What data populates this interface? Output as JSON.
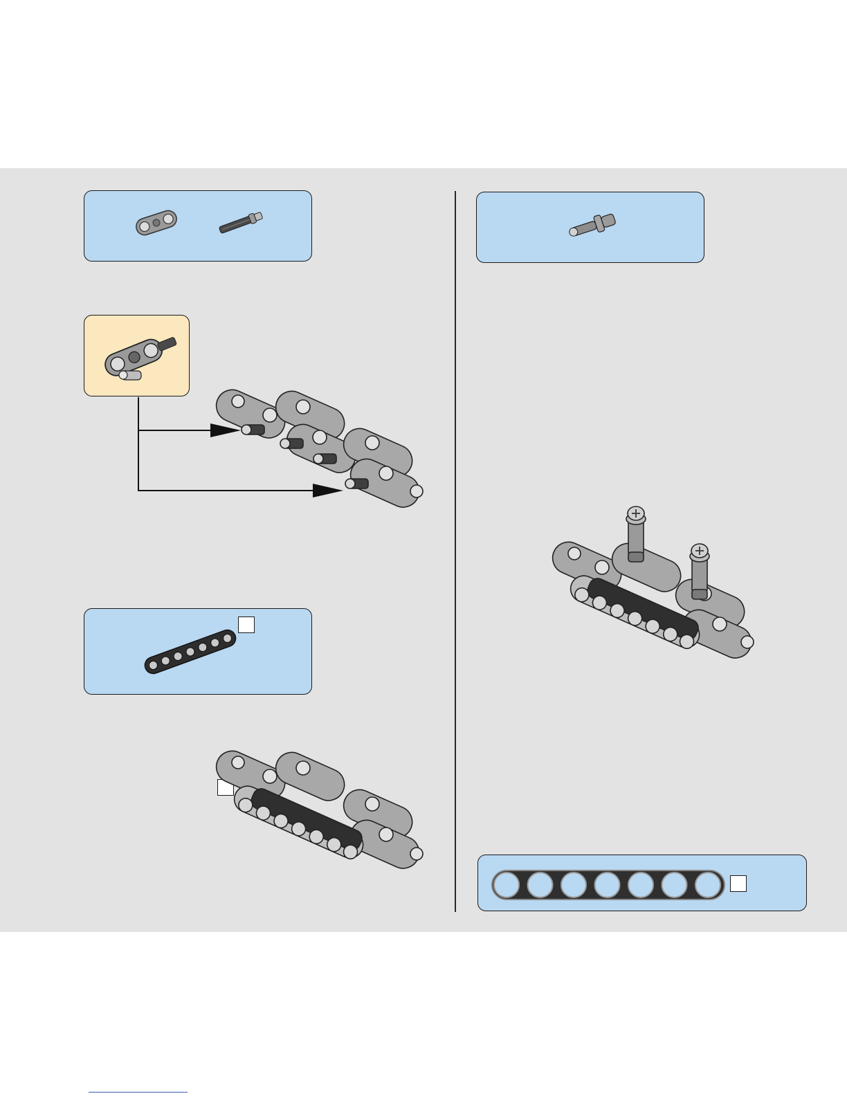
{
  "page": {
    "background": "#ffffff",
    "band_color": "#e3e3e3",
    "callout_color": "#b9d8f2",
    "subassembly_color": "#fbe8be"
  },
  "icons": {
    "connector": "double-pin-connector-icon",
    "axle_pin": "axle-pin-icon",
    "pin_with_stop": "pin-with-stop-bush-icon",
    "beam7": "beam-7-icon"
  },
  "steps": [
    {
      "id": "step-left-top",
      "parts": [
        "connector",
        "axle_pin"
      ]
    },
    {
      "id": "step-left-bottom",
      "parts": [
        "beam7"
      ],
      "count_label": ""
    },
    {
      "id": "step-right",
      "parts": [
        "pin_with_stop"
      ]
    }
  ],
  "beam_ruler": {
    "holes": 7,
    "length_label": ""
  }
}
